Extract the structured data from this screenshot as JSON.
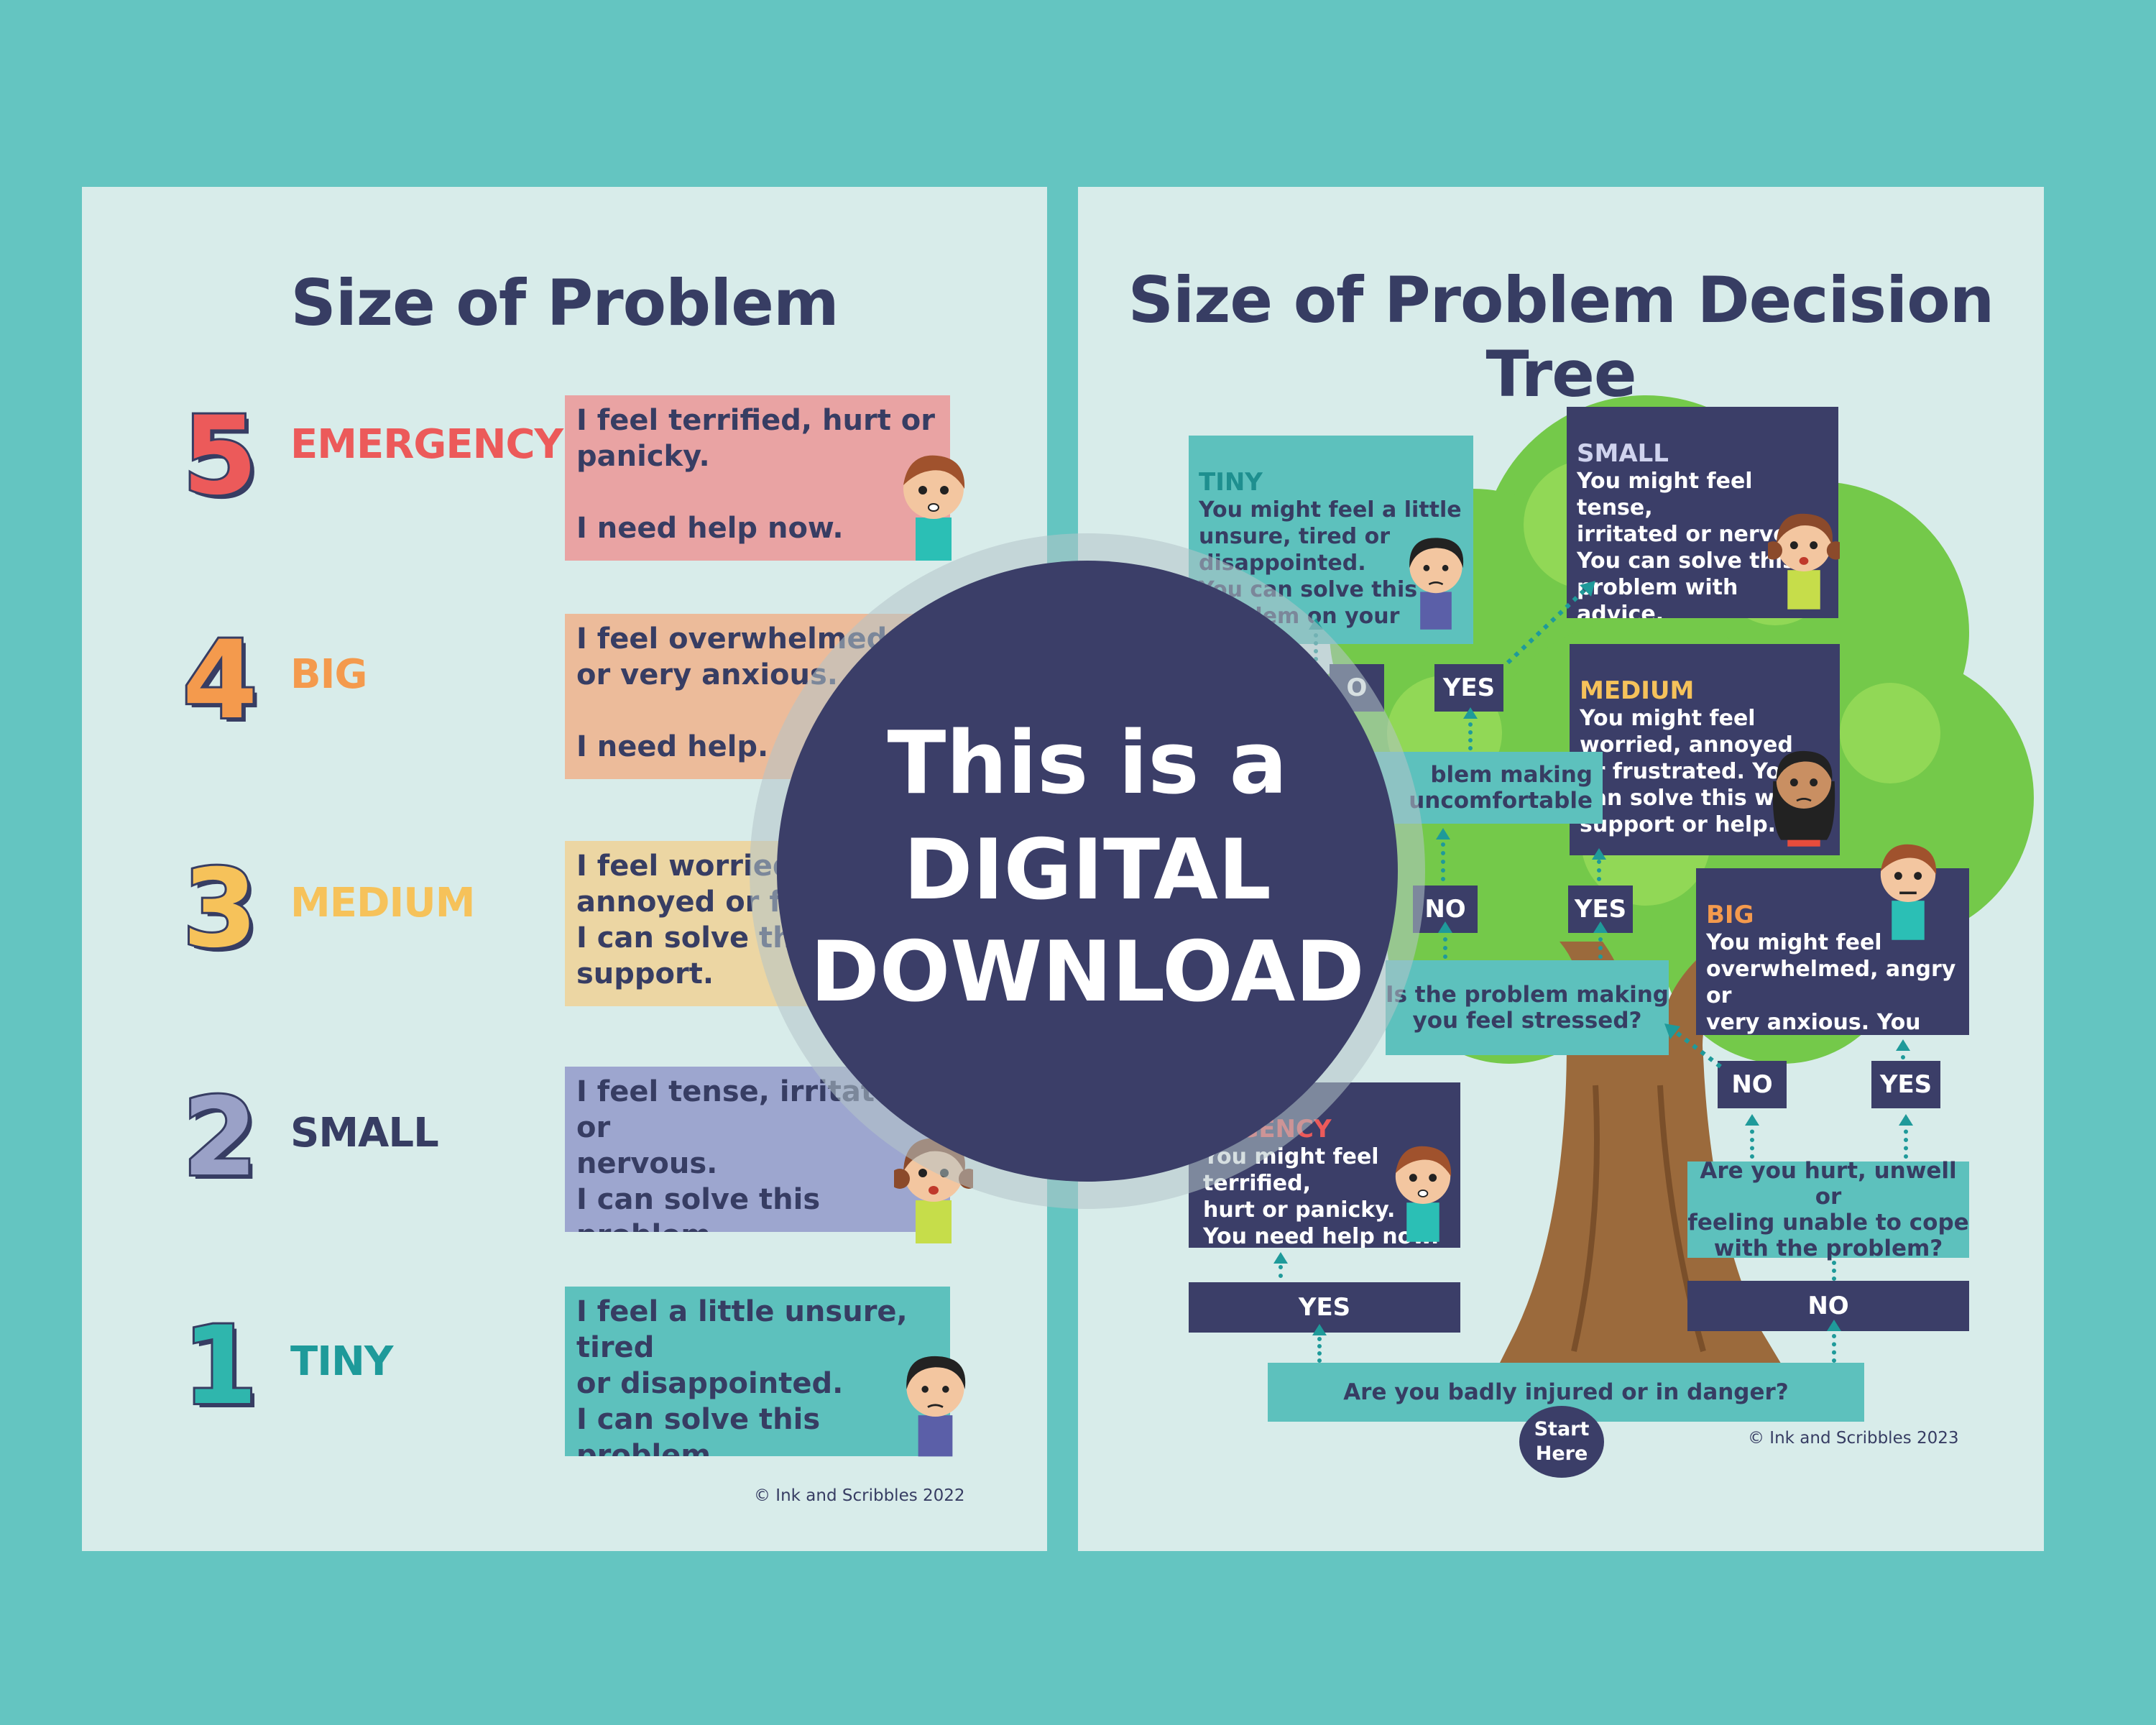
{
  "left_poster": {
    "title": "Size of Problem",
    "levels": [
      {
        "number": "5",
        "label": "EMERGENCY",
        "color": "#ec5a5a",
        "box_color": "#e9a3a3",
        "text": "I feel terrified, hurt or\npanicky.\n\nI need help now."
      },
      {
        "number": "4",
        "label": "BIG",
        "color": "#f49a4d",
        "box_color": "#ecbb9a",
        "text": "I feel overwhelmed, a\nor very anxious.\n\nI need help."
      },
      {
        "number": "3",
        "label": "MEDIUM",
        "color": "#f6c25a",
        "box_color": "#ecd6a3",
        "text": "I feel worried,\nannoyed or fru\nI can solve this w\nsupport."
      },
      {
        "number": "2",
        "label": "SMALL",
        "color": "#373d63",
        "number_color": "#9aa1c7",
        "box_color": "#9da6cf",
        "text": "I feel tense, irritated or\nnervous.\nI can solve this problem\nwith a little help."
      },
      {
        "number": "1",
        "label": "TINY",
        "color": "#1e9a9a",
        "number_color": "#2fb6ad",
        "box_color": "#5dc1bd",
        "text": "I feel a little unsure, tired\nor disappointed.\nI can solve this problem\non my own."
      }
    ],
    "credit": "© Ink and Scribbles 2022"
  },
  "right_poster": {
    "title": "Size of Problem Decision Tree",
    "tiny": {
      "heading": "TINY",
      "text": "You might feel a little\nunsure, tired or\ndisappointed.\nYou can solve this\nproblem on your"
    },
    "small": {
      "heading": "SMALL",
      "text": "You might feel tense,\nirritated or nervous.\nYou can solve this\nproblem with\nadvice."
    },
    "medium": {
      "heading": "MEDIUM",
      "text": "You might feel\nworried,  annoyed\nor frustrated. You\ncan solve this with\nsupport or help."
    },
    "big": {
      "heading": "BIG",
      "text": "You might feel\noverwhelmed, angry or\nvery anxious. You need\nhelp."
    },
    "emergency": {
      "heading": "ERGENCY",
      "text": "You might feel\nterrified,\nhurt or panicky.\nYou need help now."
    },
    "q_uncomfortable": "blem making\nuncomfortable",
    "q_stressed": "Is the problem making\nyou feel stressed?",
    "q_hurt": "Are you hurt, unwell or\nfeeling unable to cope\nwith the problem?",
    "q_danger": "Are you badly injured or in danger?",
    "start": "Start\nHere",
    "yes": "YES",
    "no": "NO",
    "no_partial": "O",
    "credit": "© Ink and Scribbles 2023"
  },
  "badge": {
    "line1": "This is a",
    "line2": "DIGITAL",
    "line3": "DOWNLOAD"
  },
  "colors": {
    "background": "#64c5c1",
    "poster": "#d8ecea",
    "navy": "#3b3e68",
    "teal_box": "#5dc1bd"
  }
}
